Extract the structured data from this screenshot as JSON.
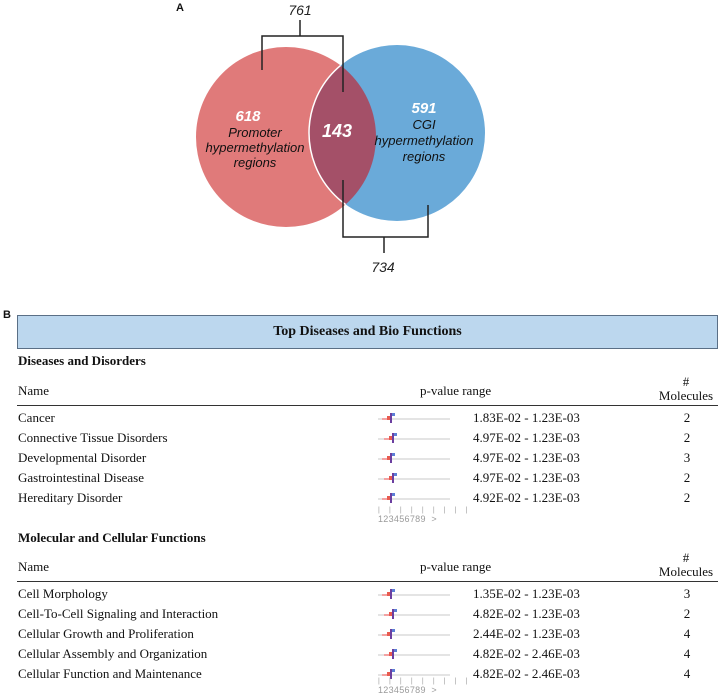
{
  "panel_a": {
    "label": "A",
    "left_count": "618",
    "left_label": [
      "Promoter",
      "hypermethylation",
      "regions"
    ],
    "right_count": "591",
    "right_label": [
      "CGI",
      "hypermethylation",
      "regions"
    ],
    "overlap": "143",
    "top_total": "761",
    "bottom_total": "734",
    "colors": {
      "left": "#e07a7a",
      "right": "#6aaad9",
      "overlap": "#a45068"
    }
  },
  "panel_b": {
    "label": "B",
    "header": "Top Diseases and Bio Functions",
    "col_name": "Name",
    "col_pvalue": "p-value range",
    "col_molecules_hash": "#",
    "col_molecules": "Molecules",
    "axis_ticks": "| | | | | | | | |",
    "axis_numbers": "123456789",
    "axis_arrow": ">",
    "sections": [
      {
        "title": "Diseases and Disorders",
        "rows": [
          {
            "name": "Cancer",
            "pvalue": "1.83E-02 - 1.23E-03",
            "molecules": "2"
          },
          {
            "name": "Connective Tissue Disorders",
            "pvalue": "4.97E-02 - 1.23E-03",
            "molecules": "2"
          },
          {
            "name": "Developmental Disorder",
            "pvalue": "4.97E-02 - 1.23E-03",
            "molecules": "3"
          },
          {
            "name": "Gastrointestinal Disease",
            "pvalue": "4.97E-02 - 1.23E-03",
            "molecules": "2"
          },
          {
            "name": "Hereditary Disorder",
            "pvalue": "4.92E-02 - 1.23E-03",
            "molecules": "2"
          }
        ]
      },
      {
        "title": "Molecular and Cellular Functions",
        "rows": [
          {
            "name": "Cell Morphology",
            "pvalue": "1.35E-02 - 1.23E-03",
            "molecules": "3"
          },
          {
            "name": "Cell-To-Cell Signaling and Interaction",
            "pvalue": "4.82E-02 - 1.23E-03",
            "molecules": "2"
          },
          {
            "name": "Cellular Growth and Proliferation",
            "pvalue": "2.44E-02 - 1.23E-03",
            "molecules": "4"
          },
          {
            "name": "Cellular Assembly and Organization",
            "pvalue": "4.82E-02 - 2.46E-03",
            "molecules": "4"
          },
          {
            "name": "Cellular Function and Maintenance",
            "pvalue": "4.82E-02 - 2.46E-03",
            "molecules": "4"
          }
        ]
      }
    ]
  }
}
